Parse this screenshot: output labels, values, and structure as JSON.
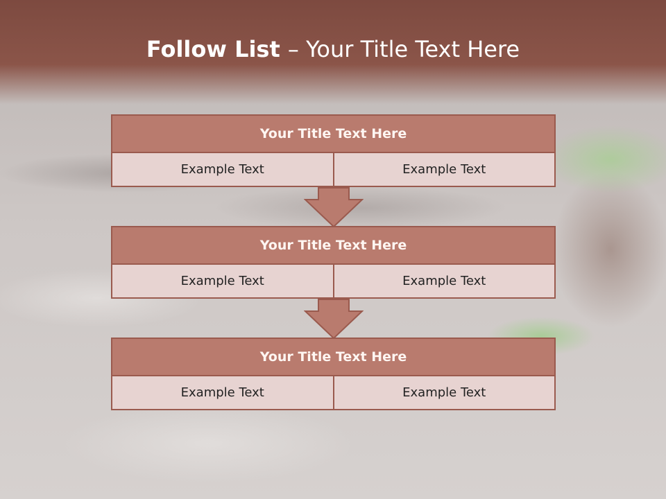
{
  "slide": {
    "title_bold": "Follow List ",
    "title_rest": " – Your Title Text Here"
  },
  "steps": [
    {
      "title": "Your Title Text Here",
      "left": "Example Text",
      "right": "Example Text"
    },
    {
      "title": "Your Title Text Here",
      "left": "Example Text",
      "right": "Example Text"
    },
    {
      "title": "Your Title Text Here",
      "left": "Example Text",
      "right": "Example Text"
    }
  ],
  "colors": {
    "header": "#8b5549",
    "block_title": "#b97b6e",
    "block_border": "#9a5a4e",
    "cell_fill": "#e7d3d1"
  },
  "icons": [
    "down-arrow-icon",
    "down-arrow-icon"
  ]
}
